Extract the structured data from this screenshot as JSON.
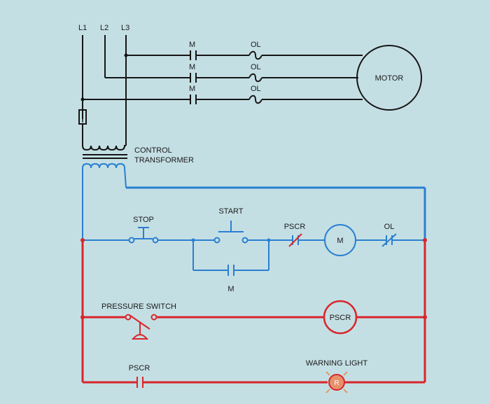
{
  "lines": {
    "l1": "L1",
    "l2": "L2",
    "l3": "L3"
  },
  "power": {
    "contact_label": "M",
    "overload_label": "OL",
    "motor_label": "MOTOR"
  },
  "transformer": {
    "line1": "CONTROL",
    "line2": "TRANSFORMER"
  },
  "control": {
    "stop_label": "STOP",
    "start_label": "START",
    "pscr_contact_label": "PSCR",
    "motor_coil_label": "M",
    "ol_contact_label": "OL",
    "holding_contact_label": "M"
  },
  "pressure": {
    "switch_label": "PRESSURE SWITCH",
    "coil_label": "PSCR"
  },
  "warning": {
    "contact_label": "PSCR",
    "light_title": "WARNING LIGHT",
    "light_letter": "R"
  },
  "colors": {
    "background": "#c4dfe4",
    "power_wiring": "#151515",
    "control_wiring": "#2a7fd0",
    "alarm_wiring": "#d8262b"
  }
}
